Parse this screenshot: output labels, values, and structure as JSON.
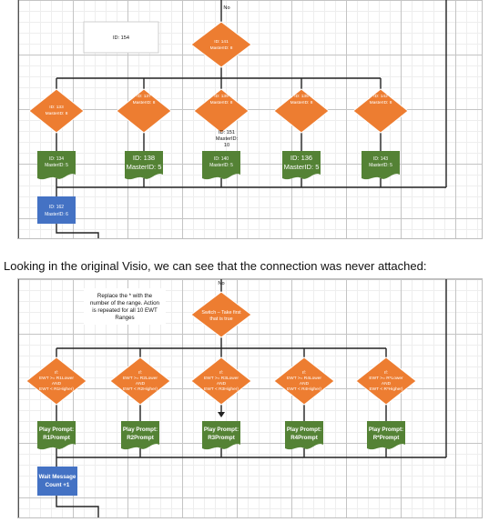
{
  "caption": "Looking in the original Visio, we can see that the connection was never attached:",
  "top_diagram": {
    "no_label": "No",
    "note": "ID: 154",
    "top_decision": [
      "ID: 141",
      "MasterID: 8"
    ],
    "decisions": [
      [
        "ID: 133",
        "MasterID: 8"
      ],
      [
        "ID: 137",
        "MasterID: 8"
      ],
      [
        "ID: 139",
        "MasterID: 8"
      ],
      [
        "ID: 135",
        "MasterID: 8"
      ],
      [
        "ID: 142",
        "MasterID: 8"
      ]
    ],
    "floating_label": [
      "ID: 151",
      "MasterID:",
      "10"
    ],
    "prompts": [
      [
        "ID: 134",
        "MasterID: 5"
      ],
      [
        "ID: 138",
        "MasterID: 5"
      ],
      [
        "ID: 140",
        "MasterID: 5"
      ],
      [
        "ID: 136",
        "MasterID: 5"
      ],
      [
        "ID: 143",
        "MasterID: 5"
      ]
    ],
    "wait": [
      "ID: 162",
      "MasterID: 6"
    ]
  },
  "bottom_diagram": {
    "no_label": "No",
    "note": [
      "Replace the * with the",
      "number of the range. Action",
      "is repeated for all 10 EWT",
      "Ranges"
    ],
    "top_decision": [
      "Switch – Take first",
      "that is true"
    ],
    "decisions": [
      [
        "If:",
        "EWT >= R1Lower",
        "AND",
        "EWT < R1Higher)"
      ],
      [
        "If:",
        "EWT >= R2Lower",
        "AND",
        "EWT < R2Higher)"
      ],
      [
        "If:",
        "EWT >= R3Lower",
        "AND",
        "EWT < R3Higher)"
      ],
      [
        "If:",
        "EWT >= R4Lower",
        "AND",
        "EWT < R4Higher)"
      ],
      [
        "If:",
        "EWT >= R*Lower",
        "AND",
        "EWT < R*Higher)"
      ]
    ],
    "prompts": [
      [
        "Play Prompt:",
        "R1Prompt"
      ],
      [
        "Play Prompt:",
        "R2Prompt"
      ],
      [
        "Play Prompt:",
        "R3Prompt"
      ],
      [
        "Play Prompt:",
        "R4Prompt"
      ],
      [
        "Play Prompt:",
        "R*Prompt"
      ]
    ],
    "wait": [
      "Wait Message",
      "Count +1"
    ]
  },
  "colors": {
    "decision": "#ed7d31",
    "prompt": "#548235",
    "wait": "#4472c4",
    "connector": "#222222"
  }
}
